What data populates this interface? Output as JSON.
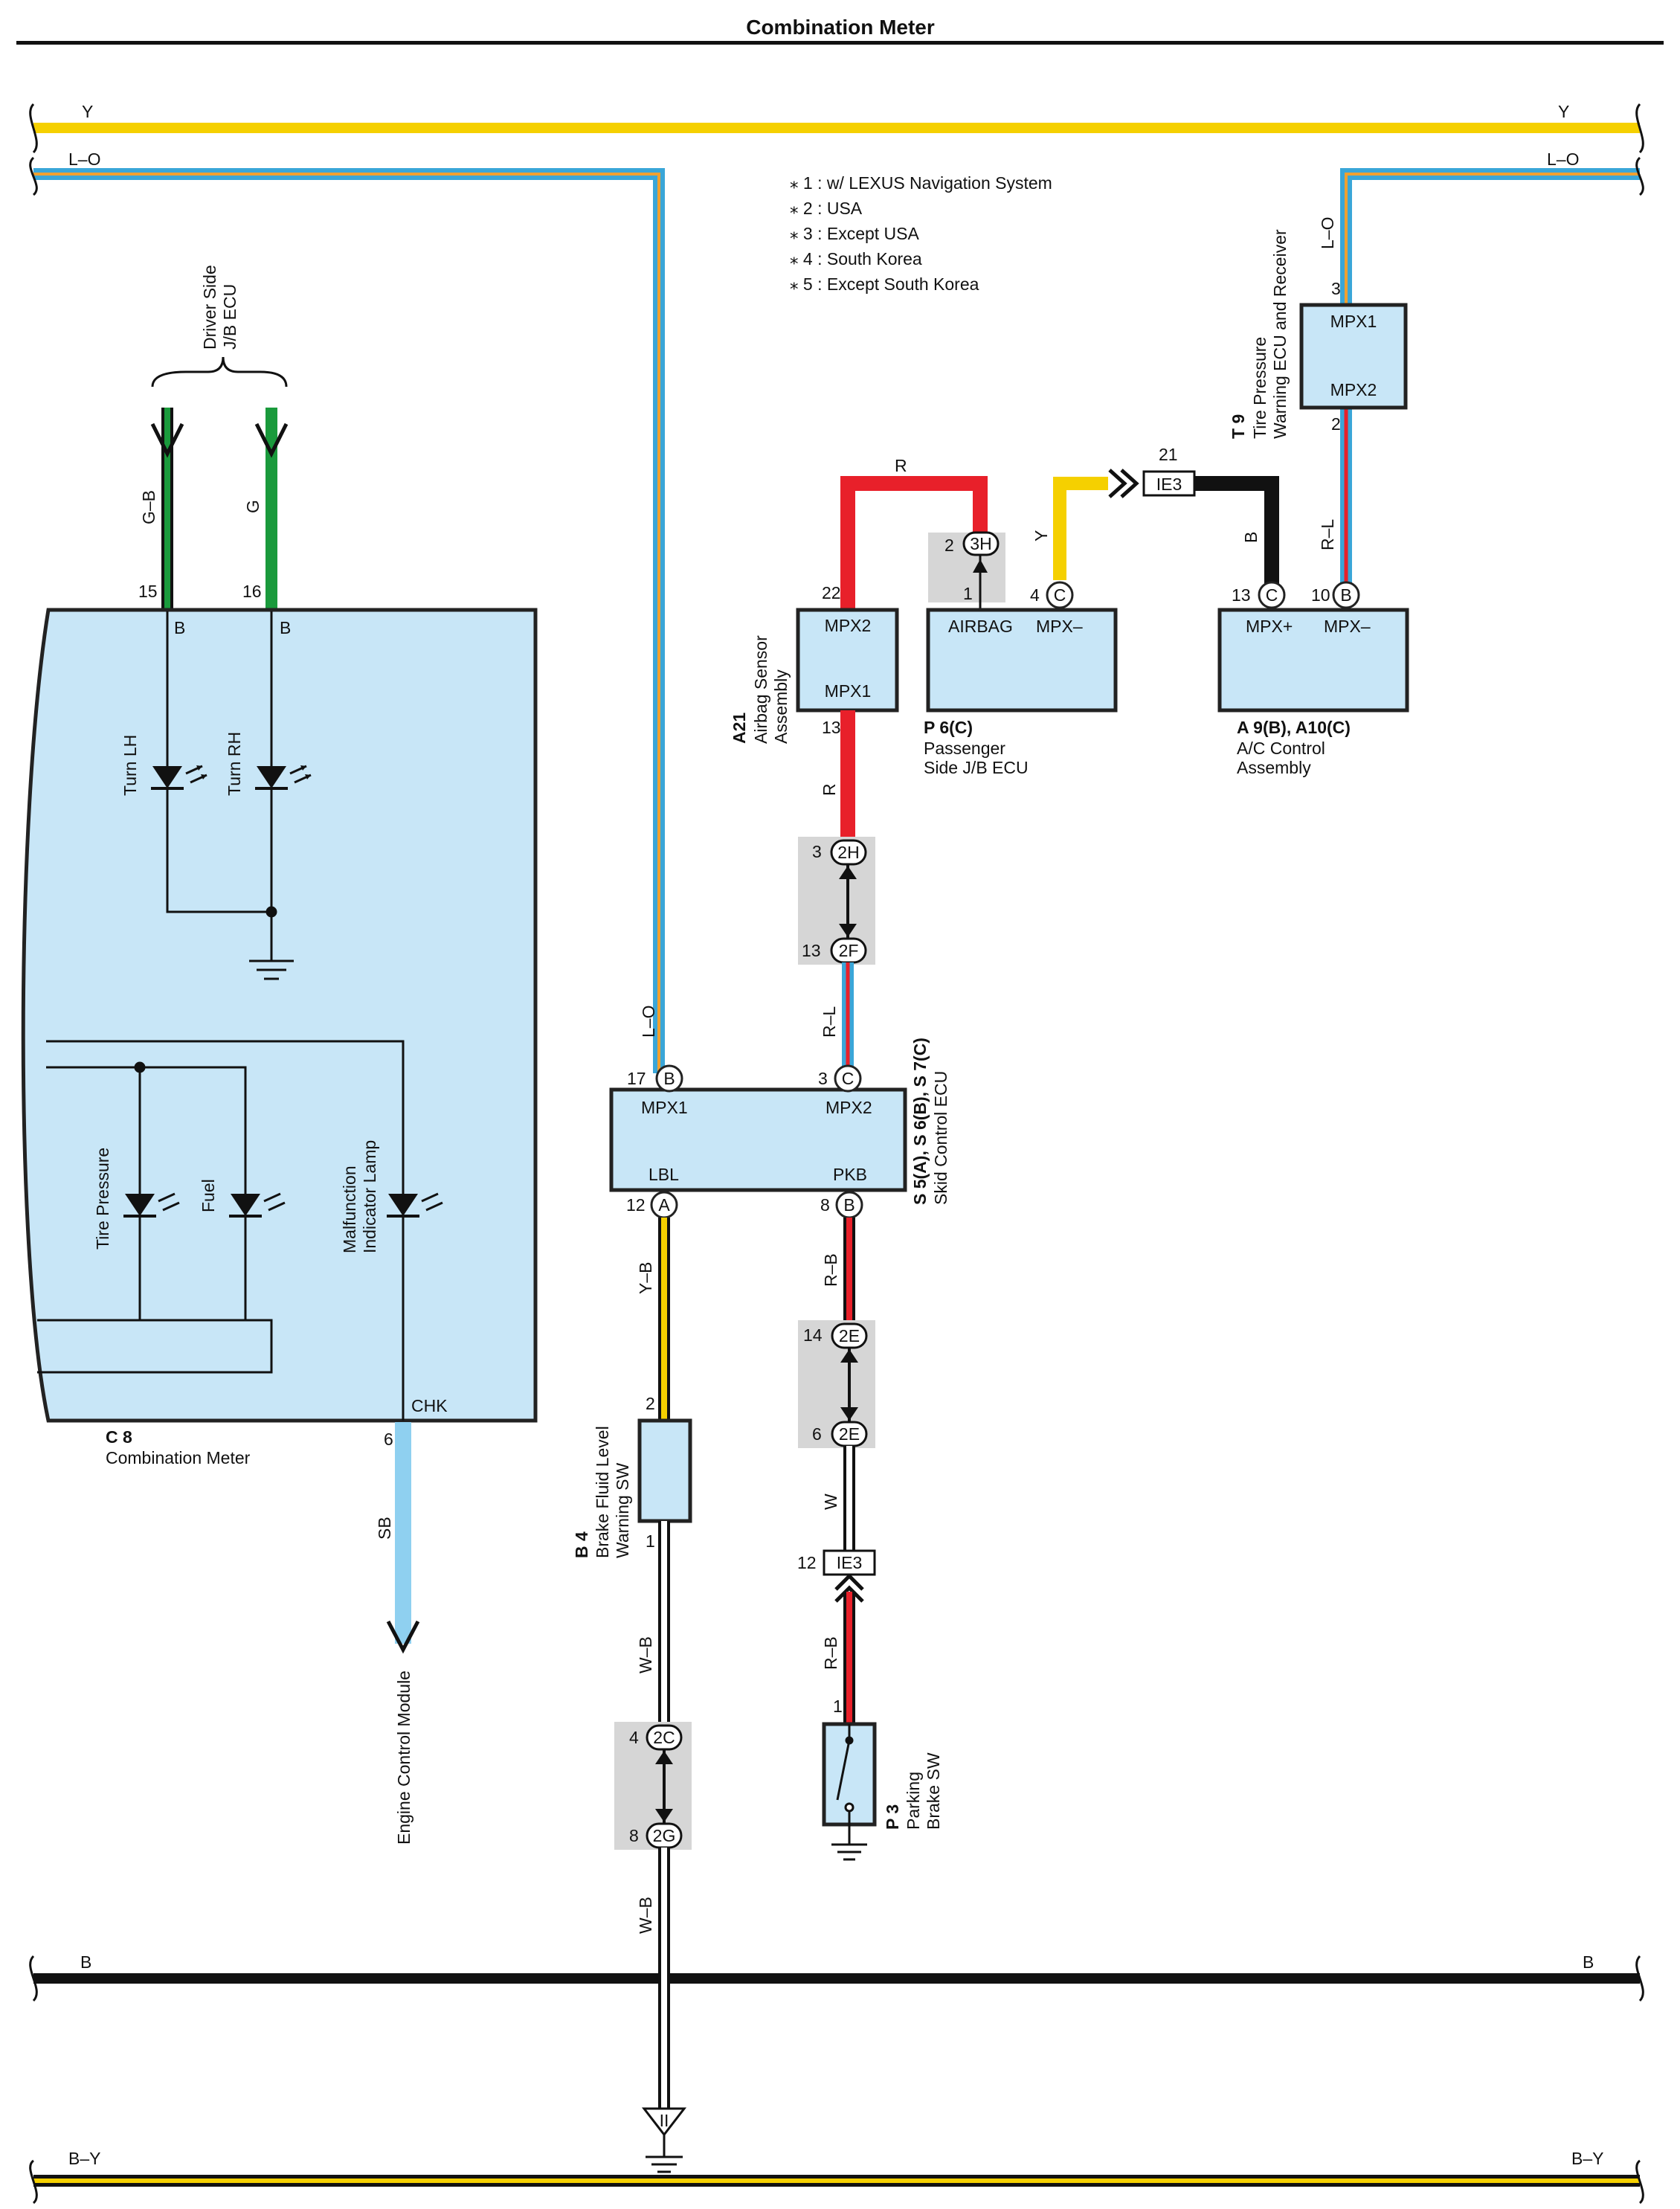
{
  "page": {
    "title": "Combination Meter"
  },
  "notes": [
    "⁎ 1 : w/ LEXUS Navigation System",
    "⁎ 2 : USA",
    "⁎ 3 : Except USA",
    "⁎ 4 : South Korea",
    "⁎ 5 : Except South Korea"
  ],
  "buses": {
    "y": "Y",
    "lo": "L–O",
    "b": "B",
    "by": "B–Y"
  },
  "colors": {
    "Y": "#f5d000",
    "L": "#3aa6d8",
    "O": "#f0a030",
    "R": "#e8202a",
    "G": "#1a9a3c",
    "B": "#111111",
    "W": "#ffffff",
    "SB": "#8fd0f0",
    "box_fill": "#c8e6f7",
    "connector": "#d6d6d6"
  },
  "wires": {
    "gb": "G–B",
    "g": "G",
    "lo": "L–O",
    "r_top": "R",
    "y": "Y",
    "b": "B",
    "rl_t9": "R–L",
    "lo_t9": "L–O",
    "r_a21": "R",
    "rl_s5": "R–L",
    "yb": "Y–B",
    "rb": "R–B",
    "w": "W",
    "rb2": "R–B",
    "wb": "W–B",
    "wb2": "W–B",
    "sb": "SB"
  },
  "pins": {
    "p15": "15",
    "p16": "16",
    "p6": "6",
    "p17": "17",
    "p3s5": "3",
    "p12s5": "12",
    "p8s5": "8",
    "p22": "22",
    "p13a21": "13",
    "p2p6": "2",
    "p1p6": "1",
    "p4p6": "4",
    "p13a9": "13",
    "p10a9": "10",
    "p3t9": "3",
    "p2t9": "2",
    "p21": "21",
    "p3j": "3",
    "p13j": "13",
    "p14j": "14",
    "p6j": "6",
    "p12ie": "12",
    "p2b4": "2",
    "p1b4": "1",
    "p4j": "4",
    "p8j": "8",
    "p1p3": "1"
  },
  "terminals": {
    "B": "B",
    "C": "C",
    "A": "A",
    "j3h": "3H",
    "j2h": "2H",
    "j2f": "2F",
    "j2e": "2E",
    "j2c": "2C",
    "j2g": "2G",
    "ie3": "IE3",
    "ground_ii": "II"
  },
  "c8": {
    "code": "C 8",
    "name": "Combination Meter",
    "b1": "B",
    "b2": "B",
    "chk": "CHK",
    "turn_lh": "Turn LH",
    "turn_rh": "Turn RH",
    "tire": "Tire Pressure",
    "fuel": "Fuel",
    "mil1": "Malfunction",
    "mil2": "Indicator Lamp"
  },
  "driver_ecu": {
    "line1": "Driver Side",
    "line2": "J/B ECU"
  },
  "engine_ecu": "Engine Control Module",
  "s5": {
    "code": "S 5(A), S 6(B), S 7(C)",
    "name": "Skid Control ECU",
    "mpx1": "MPX1",
    "mpx2": "MPX2",
    "lbl": "LBL",
    "pkb": "PKB"
  },
  "a21": {
    "code": "A21",
    "name1": "Airbag Sensor",
    "name2": "Assembly",
    "mpx2": "MPX2",
    "mpx1": "MPX1"
  },
  "p6": {
    "code": "P 6(C)",
    "name1": "Passenger",
    "name2": "Side J/B ECU",
    "airbag": "AIRBAG",
    "mpx": "MPX–"
  },
  "a9": {
    "code": "A 9(B), A10(C)",
    "name1": "A/C Control",
    "name2": "Assembly",
    "mpxp": "MPX+",
    "mpxm": "MPX–"
  },
  "t9": {
    "code": "T 9",
    "name1": "Tire Pressure",
    "name2": "Warning ECU and Receiver",
    "mpx1": "MPX1",
    "mpx2": "MPX2"
  },
  "b4": {
    "code": "B 4",
    "name1": "Brake Fluid Level",
    "name2": "Warning SW"
  },
  "p3": {
    "code": "P 3",
    "name1": "Parking",
    "name2": "Brake SW"
  }
}
